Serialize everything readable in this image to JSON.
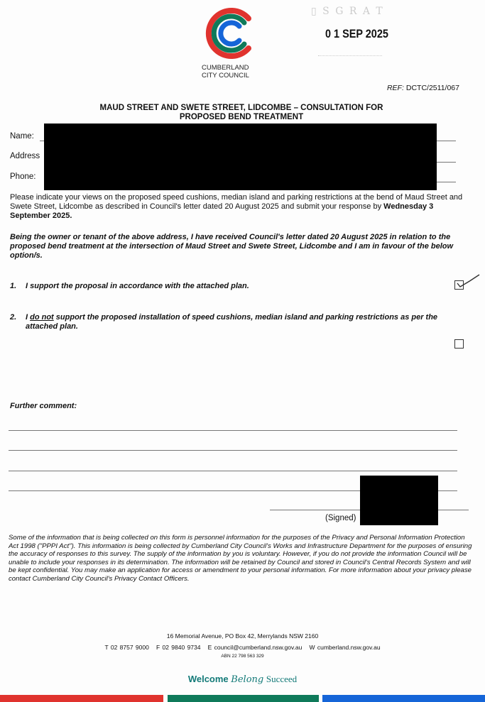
{
  "header": {
    "org_name_line1": "CUMBERLAND",
    "org_name_line2": "CITY COUNCIL",
    "stamp_date": "0 1 SEP 2025",
    "ref_label": "REF:",
    "ref_value": "DCTC/2511/067"
  },
  "title_line1": "MAUD STREET AND SWETE STREET, LIDCOMBE – CONSULTATION FOR",
  "title_line2": "PROPOSED BEND TREATMENT",
  "fields": {
    "name_label": "Name:",
    "address_label": "Address",
    "phone_label": "Phone:"
  },
  "instructions": "Please indicate your views on the proposed speed cushions, median island and parking restrictions at the bend of Maud Street and Swete Street, Lidcombe as described in Council's letter dated 20 August 2025 and submit your response by",
  "deadline": "Wednesday 3 September 2025.",
  "declaration": "Being the owner or tenant of the above address, I have received Council's letter dated 20 August 2025 in relation to the proposed bend treatment at the intersection of Maud Street and Swete Street, Lidcombe and I am in favour of the below option/s.",
  "options": [
    {
      "num": "1.",
      "text": "I support the proposal in accordance with the attached plan.",
      "checked": true
    },
    {
      "num": "2.",
      "pre": "I ",
      "underlined": "do not",
      "text": " support the proposed installation of speed cushions, median island and parking restrictions as per the attached plan.",
      "checked": false
    }
  ],
  "comment_label": "Further comment:",
  "signed_label": "(Signed)",
  "privacy": "Some of the information that is being collected on this form is personnel information for the purposes of the Privacy and Personal Information Protection Act 1998 (\"PPPI Act\"). This information is being collected by Cumberland City Council's Works and Infrastructure Department for the purposes of ensuring the accuracy of responses to this survey. The supply of the information by you is voluntary. However, if you do not provide the information Council will be unable to include your responses in its determination. The information will be retained by Council and stored in Council's Central Records System and will be kept confidential. You may make an application for access or amendment to your personal information. For more information about your privacy please contact Cumberland City Council's Privacy Contact Officers.",
  "footer": {
    "address": "16 Memorial Avenue, PO Box 42, Merrylands NSW 2160",
    "phone": "T 02 8757 9000",
    "fax": "F 02 9840 9734",
    "email": "E council@cumberland.nsw.gov.au",
    "web": "W cumberland.nsw.gov.au",
    "abn": "ABN 22 798 563 329",
    "slogan_1": "Welcome",
    "slogan_2": "Belong",
    "slogan_3": "Succeed"
  },
  "colors": {
    "red": "#e0332e",
    "green": "#0f7a5a",
    "blue": "#1565d8",
    "teal": "#137a78"
  }
}
